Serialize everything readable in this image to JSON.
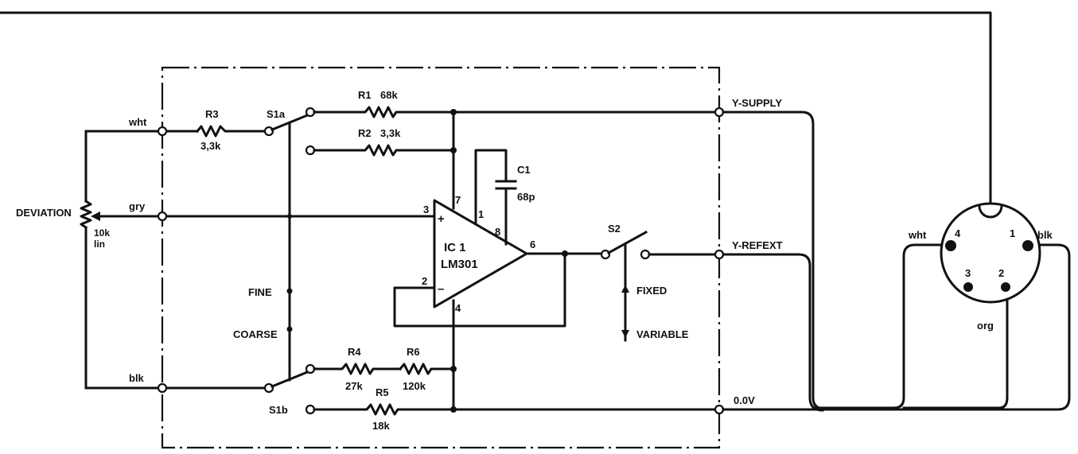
{
  "diagram": {
    "type": "circuit-schematic",
    "box_style": "dash-dot enclosure"
  },
  "components": {
    "R1": {
      "ref": "R1",
      "value": "68k"
    },
    "R2": {
      "ref": "R2",
      "value": "3,3k"
    },
    "R3": {
      "ref": "R3",
      "value": "3,3k"
    },
    "R4": {
      "ref": "R4",
      "value": "27k"
    },
    "R5": {
      "ref": "R5",
      "value": "18k"
    },
    "R6": {
      "ref": "R6",
      "value": "120k"
    },
    "C1": {
      "ref": "C1",
      "value": "68p"
    },
    "IC1": {
      "ref": "IC 1",
      "part": "LM301",
      "pins": {
        "p3": "3",
        "p2": "2",
        "p7": "7",
        "p1": "1",
        "p8": "8",
        "p6": "6",
        "p4": "4"
      },
      "plus": "+",
      "minus": "–"
    },
    "pot": {
      "label": "DEVIATION",
      "value": "10k",
      "taper": "lin"
    },
    "S1a": {
      "ref": "S1a"
    },
    "S1b": {
      "ref": "S1b"
    },
    "S2": {
      "ref": "S2"
    }
  },
  "switch_positions": {
    "fine": "FINE",
    "coarse": "COARSE",
    "fixed": "FIXED",
    "variable": "VARIABLE"
  },
  "wire_labels": {
    "wht": "wht",
    "gry": "gry",
    "blk": "blk"
  },
  "outputs": {
    "supply": "Y-SUPPLY",
    "refext": "Y-REFEXT",
    "ground": "0.0V"
  },
  "connector": {
    "pins": [
      "1",
      "2",
      "3",
      "4"
    ],
    "wire_wht": "wht",
    "wire_blk": "blk",
    "wire_org": "org"
  }
}
